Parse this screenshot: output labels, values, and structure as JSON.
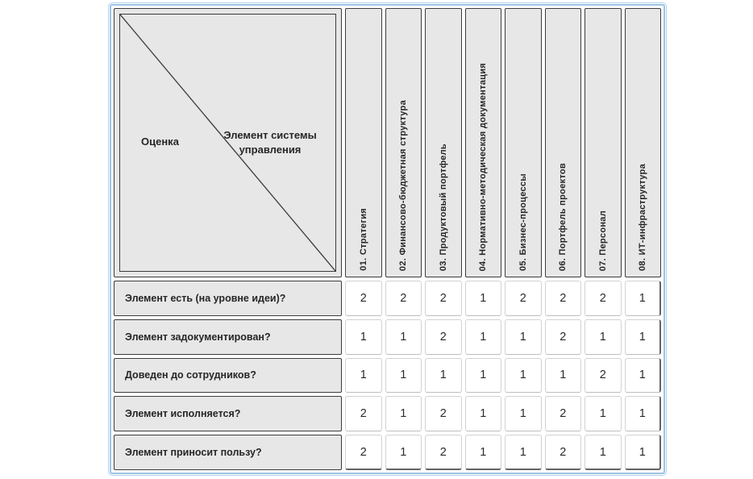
{
  "table": {
    "corner": {
      "left_label": "Оценка",
      "right_label": "Элемент системы управления"
    },
    "columns": [
      "01. Стратегия",
      "02. Финансово-бюджетная структура",
      "03. Продуктовый портфель",
      "04. Нормативно-методическая документация",
      "05. Бизнес-процессы",
      "06. Портфель проектов",
      "07. Персонал",
      "08. ИТ-инфраструктура"
    ],
    "rows": [
      {
        "label": "Элемент есть (на уровне идеи)?",
        "values": [
          2,
          2,
          2,
          1,
          2,
          2,
          2,
          1
        ]
      },
      {
        "label": "Элемент задокументирован?",
        "values": [
          1,
          1,
          2,
          1,
          1,
          2,
          1,
          1
        ]
      },
      {
        "label": "Доведен до сотрудников?",
        "values": [
          1,
          1,
          1,
          1,
          1,
          1,
          2,
          1
        ]
      },
      {
        "label": "Элемент исполняется?",
        "values": [
          2,
          1,
          2,
          1,
          1,
          2,
          1,
          1
        ]
      },
      {
        "label": "Элемент приносит пользу?",
        "values": [
          2,
          1,
          2,
          1,
          1,
          2,
          1,
          1
        ]
      }
    ]
  },
  "colors": {
    "frame_blue": "#9cc3e5",
    "header_bg": "#e7e7e7",
    "header_border": "#3c3c3c",
    "cell_border": "#d2d2d2",
    "text": "#262626"
  }
}
